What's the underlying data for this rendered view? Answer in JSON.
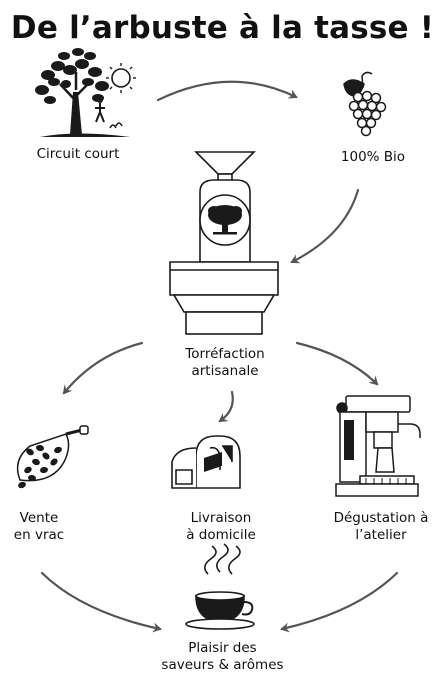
{
  "title": "De l’arbuste à la tasse !",
  "steps": [
    {
      "label": "Circuit court",
      "icon": "tree-sun-icon"
    },
    {
      "label": "100% Bio",
      "icon": "grapes-icon"
    },
    {
      "label_line1": "Torréfaction",
      "label_line2": "artisanale",
      "icon": "coffee-roaster-icon"
    },
    {
      "label_line1": "Vente",
      "label_line2": "en vrac",
      "icon": "coffee-scoop-icon"
    },
    {
      "label_line1": "Livraison",
      "label_line2": "à domicile",
      "icon": "mailbox-icon"
    },
    {
      "label_line1": "Dégustation à",
      "label_line2": "l’atelier",
      "icon": "espresso-machine-icon"
    },
    {
      "label_line1": "Plaisir des",
      "label_line2": "saveurs & arômes",
      "icon": "coffee-cup-icon"
    }
  ],
  "colors": {
    "text": "#111111",
    "arrow": "#555555",
    "icon": "#1a1a1a"
  }
}
